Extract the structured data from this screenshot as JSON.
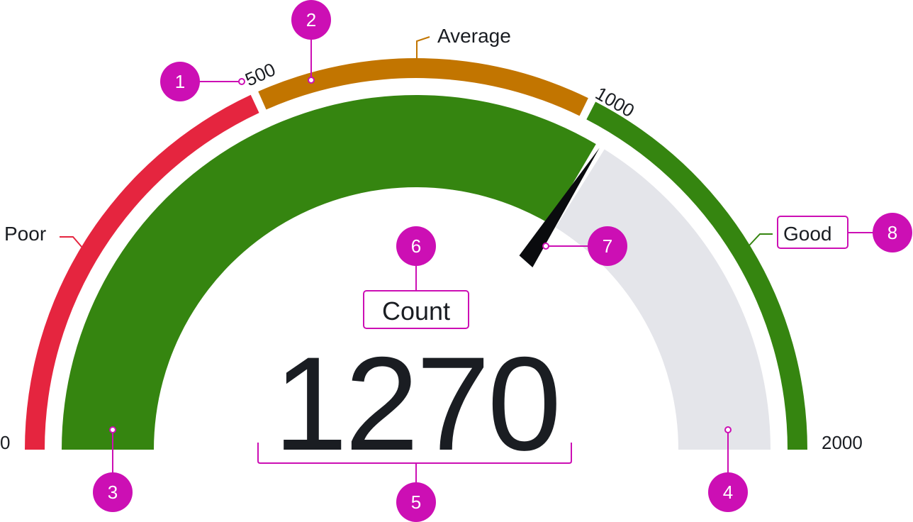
{
  "gauge": {
    "min_label": "0",
    "max_label": "2000",
    "value": 1270,
    "value_label": "1270",
    "title_label": "Count",
    "ticks": [
      {
        "label": "500",
        "value": 500
      },
      {
        "label": "1000",
        "value": 1000
      }
    ],
    "ranges": [
      {
        "name": "Poor",
        "label": "Poor",
        "from": 0,
        "to": 500,
        "color": "#e5253f"
      },
      {
        "name": "Average",
        "label": "Average",
        "from": 500,
        "to": 1000,
        "color": "#c27500"
      },
      {
        "name": "Good",
        "label": "Good",
        "from": 1000,
        "to": 2000,
        "color": "#358510"
      }
    ],
    "colors": {
      "value_fill": "#358510",
      "track": "#e4e5ea",
      "needle": "#0a0b0e",
      "text": "#1a1d22"
    }
  },
  "callouts": {
    "color": "#cc0fb4",
    "items": [
      {
        "number": "1",
        "target": "scale-tick-label"
      },
      {
        "number": "2",
        "target": "range-band"
      },
      {
        "number": "3",
        "target": "value-bar"
      },
      {
        "number": "4",
        "target": "remaining-track"
      },
      {
        "number": "5",
        "target": "value-label"
      },
      {
        "number": "6",
        "target": "title-label"
      },
      {
        "number": "7",
        "target": "needle"
      },
      {
        "number": "8",
        "target": "range-label"
      }
    ]
  }
}
